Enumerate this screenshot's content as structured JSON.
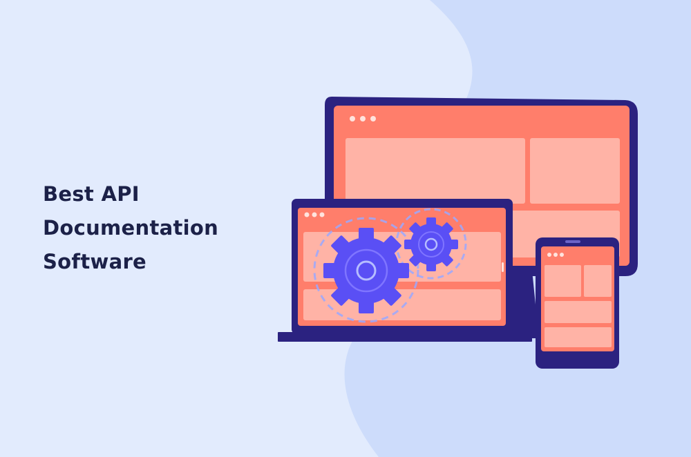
{
  "hero": {
    "title_lines": [
      "Best API",
      "Documentation",
      "Software"
    ]
  },
  "illustration": {
    "icons": [
      "desktop-monitor-icon",
      "laptop-icon",
      "tablet-icon",
      "gear-large-icon",
      "gear-small-icon"
    ]
  },
  "colors": {
    "background": "#e2ebfd",
    "blob": "#cddcfb",
    "title_text": "#1c2148",
    "device_frame": "#2b2280",
    "device_frame_dark": "#1f1866",
    "screen_header": "#ff7e6b",
    "screen_panel": "#ffb3a6",
    "gear": "#5a4ff5",
    "gear_ring": "#9aa8ff"
  }
}
